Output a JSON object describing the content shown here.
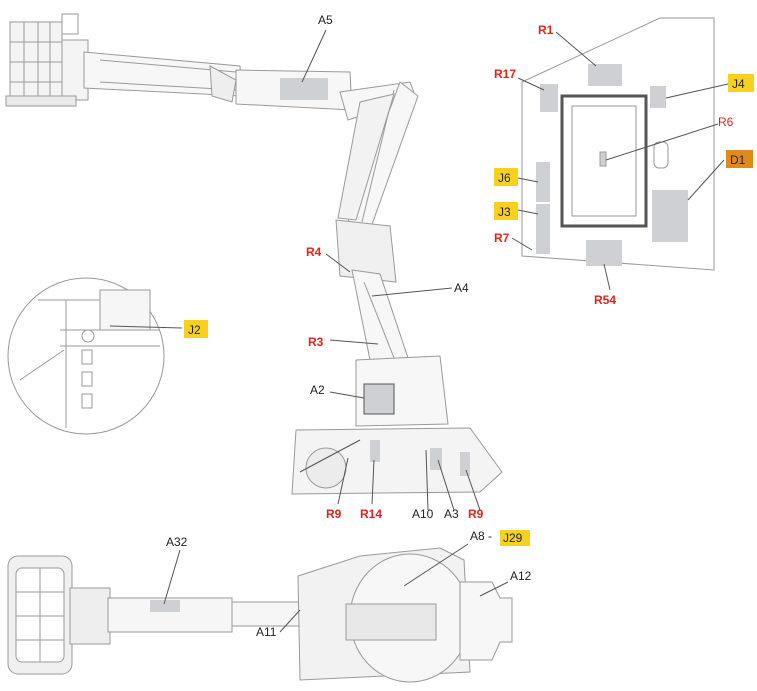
{
  "colors": {
    "line": "#9a9a9a",
    "dark_line": "#555555",
    "fill_light": "#f3f3f3",
    "shade": "#cfd0d3",
    "label_black": "#222222",
    "label_red": "#e0261b",
    "tag_yellow": "#f7d11e",
    "tag_orange": "#e08a1e"
  },
  "labels": {
    "a5": "A5",
    "r1": "R1",
    "r17": "R17",
    "j4": "J4",
    "r6": "R6",
    "d1": "D1",
    "j6": "J6",
    "j3": "J3",
    "r7": "R7",
    "r54": "R54",
    "r4": "R4",
    "a4": "A4",
    "j2": "J2",
    "r3": "R3",
    "a2": "A2",
    "r9_left": "R9",
    "r14": "R14",
    "a10": "A10",
    "a3": "A3",
    "r9_right": "R9",
    "a32": "A32",
    "a8": "A8 -",
    "j29": "J29",
    "a12": "A12",
    "a11": "A11"
  }
}
